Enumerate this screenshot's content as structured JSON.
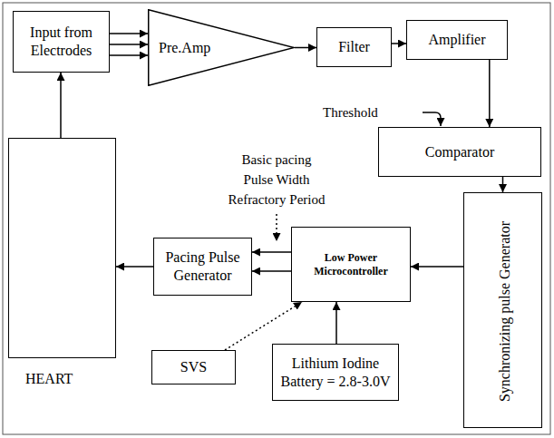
{
  "diagram": {
    "nodes": [
      {
        "text": [
          "Input from Electrodes"
        ]
      },
      {
        "text": [
          "Pre.Amp"
        ]
      },
      {
        "text": [
          "Filter"
        ]
      },
      {
        "text": [
          "Amplifier"
        ]
      },
      {
        "text": [
          "Comparator"
        ]
      },
      {
        "text": [
          "Synchronizing pulse Generator"
        ]
      },
      {
        "text": [
          "Low Power Microcontroller"
        ]
      },
      {
        "text": [
          "Pacing Pulse Generator"
        ]
      },
      {
        "text": [
          "Lithium Iodine Battery = 2.8-3.0V"
        ]
      },
      {
        "text": [
          "SVS"
        ]
      },
      {
        "text": [
          "HEART"
        ]
      }
    ],
    "edges": [
      {
        "from": 0,
        "to": 1,
        "arrow": "to"
      },
      {
        "from": 0,
        "to": 1,
        "arrow": "to"
      },
      {
        "from": 0,
        "to": 1,
        "arrow": "to"
      },
      {
        "from": 1,
        "to": 2,
        "arrow": "to"
      },
      {
        "from": 2,
        "to": 3,
        "arrow": "to"
      },
      {
        "from": 3,
        "to": 4,
        "arrow": "to"
      },
      {
        "from": 4,
        "to": 5,
        "arrow": "to"
      },
      {
        "from": 5,
        "to": 6,
        "arrow": "to"
      },
      {
        "from": 6,
        "to": 7,
        "arrow": "to"
      },
      {
        "from": 6,
        "to": 7,
        "arrow": "to"
      },
      {
        "from": 7,
        "to": 10,
        "arrow": "to"
      },
      {
        "from": 10,
        "to": 0,
        "arrow": "to"
      },
      {
        "from": 8,
        "to": 6,
        "arrow": "to"
      },
      {
        "from": 9,
        "to": 6,
        "arrow": "to"
      }
    ],
    "labels": [
      "Threshold",
      "Basic pacing Pulse Width Refractory Period"
    ]
  }
}
